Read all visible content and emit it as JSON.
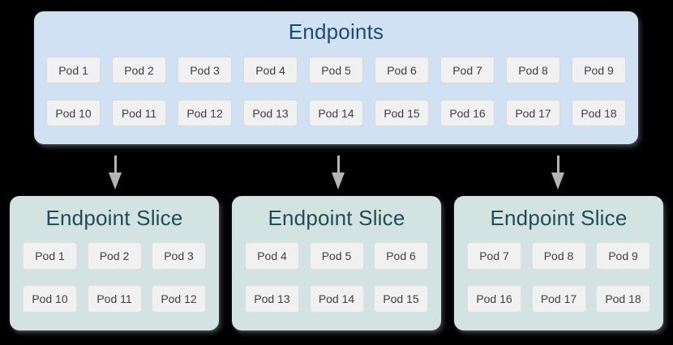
{
  "colors": {
    "background": "#000000",
    "endpoints_box_bg": "#cfe1f3",
    "endpoints_title_text": "#1d4b77",
    "slice_box_bg": "#d2e3e1",
    "slice_title_text": "#204e55",
    "pod_bg": "#f1f1f1",
    "pod_border": "#d9d9d9",
    "pod_text": "#3c4043",
    "arrow": "#b4b4b4"
  },
  "icons": {
    "down_arrow": "▼"
  },
  "endpoints": {
    "title": "Endpoints",
    "rows": [
      [
        "Pod 1",
        "Pod 2",
        "Pod 3",
        "Pod 4",
        "Pod 5",
        "Pod 6",
        "Pod 7",
        "Pod 8",
        "Pod 9"
      ],
      [
        "Pod 10",
        "Pod 11",
        "Pod 12",
        "Pod 13",
        "Pod 14",
        "Pod 15",
        "Pod 16",
        "Pod 17",
        "Pod 18"
      ]
    ]
  },
  "slices": [
    {
      "title": "Endpoint Slice",
      "rows": [
        [
          "Pod 1",
          "Pod 2",
          "Pod 3"
        ],
        [
          "Pod 10",
          "Pod 11",
          "Pod 12"
        ]
      ]
    },
    {
      "title": "Endpoint Slice",
      "rows": [
        [
          "Pod 4",
          "Pod 5",
          "Pod 6"
        ],
        [
          "Pod 13",
          "Pod 14",
          "Pod 15"
        ]
      ]
    },
    {
      "title": "Endpoint Slice",
      "rows": [
        [
          "Pod 7",
          "Pod 8",
          "Pod 9"
        ],
        [
          "Pod 16",
          "Pod 17",
          "Pod 18"
        ]
      ]
    }
  ]
}
